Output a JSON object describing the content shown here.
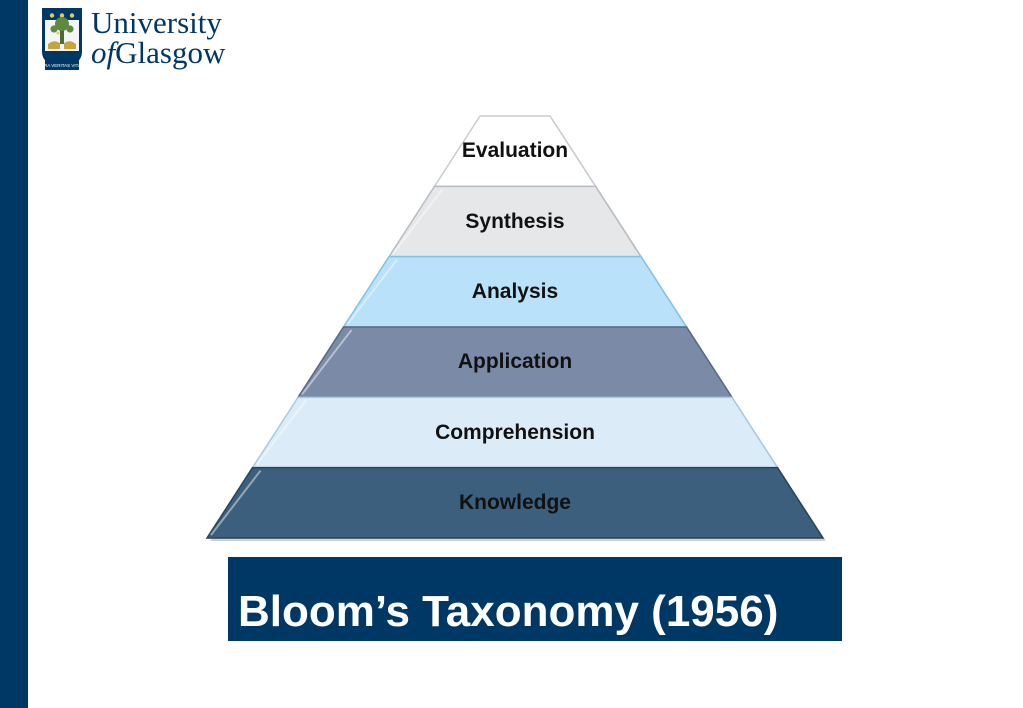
{
  "logo": {
    "line1": "University",
    "line2_prefix": "of",
    "line2_rest": "Glasgow",
    "motto": "VIA VERITAS VITA"
  },
  "pyramid": {
    "levels": [
      {
        "label": "Evaluation",
        "fill": "#ffffff",
        "edge": "#c9cdd2"
      },
      {
        "label": "Synthesis",
        "fill": "#e6e7e9",
        "edge": "#b8bcc2"
      },
      {
        "label": "Analysis",
        "fill": "#b9e1fa",
        "edge": "#7fc3ea"
      },
      {
        "label": "Application",
        "fill": "#7b8aa7",
        "edge": "#596983"
      },
      {
        "label": "Comprehension",
        "fill": "#dbecf8",
        "edge": "#a9cae2"
      },
      {
        "label": "Knowledge",
        "fill": "#3b5f7c",
        "edge": "#26455d"
      }
    ]
  },
  "title": "Bloom’s Taxonomy (1956)",
  "colors": {
    "brand": "#003865"
  }
}
